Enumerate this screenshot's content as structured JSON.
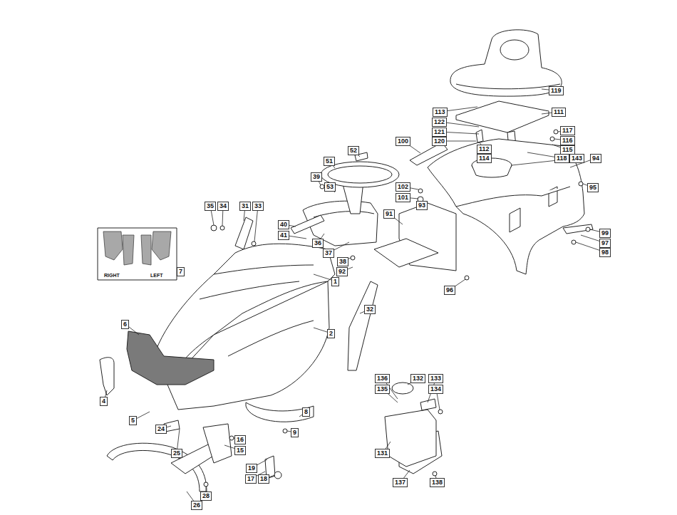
{
  "diagram": {
    "labels": [
      "119",
      "113",
      "111",
      "122",
      "121",
      "117",
      "120",
      "116",
      "112",
      "115",
      "114",
      "118",
      "143",
      "94",
      "100",
      "51",
      "52",
      "39",
      "102",
      "101",
      "95",
      "53",
      "93",
      "35",
      "34",
      "31",
      "33",
      "91",
      "40",
      "99",
      "97",
      "41",
      "36",
      "98",
      "37",
      "38",
      "RIGHT",
      "LEFT",
      "7",
      "92",
      "1",
      "96",
      "32",
      "6",
      "2",
      "136",
      "132",
      "133",
      "135",
      "134",
      "4",
      "8",
      "5",
      "24",
      "9",
      "16",
      "15",
      "131",
      "25",
      "19",
      "17",
      "18",
      "137",
      "138",
      "28",
      "26"
    ]
  }
}
